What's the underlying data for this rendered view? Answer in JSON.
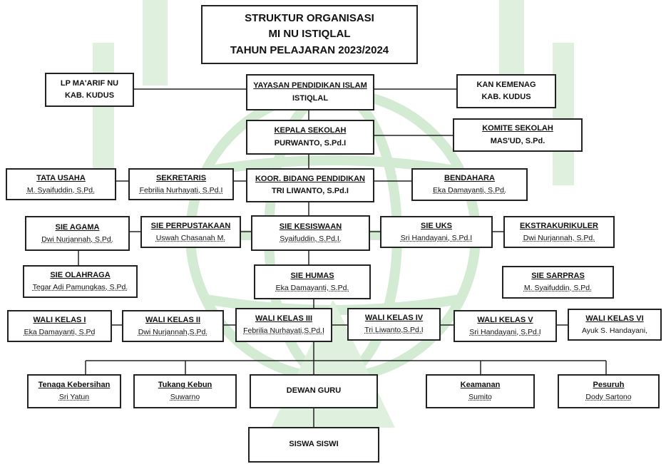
{
  "title": {
    "line1": "STRUKTUR ORGANISASI",
    "line2": "MI NU ISTIQLAL",
    "line3": "TAHUN PELAJARAN 2023/2024"
  },
  "lp_maarif": {
    "line1": "LP MA'ARIF NU",
    "line2": "KAB. KUDUS"
  },
  "yayasan": {
    "line1": "YAYASAN  PENDIDIKAN ISLAM",
    "line2": "ISTIQLAL"
  },
  "kemenag": {
    "line1": "KAN KEMENAG",
    "line2": "KAB. KUDUS"
  },
  "kepala": {
    "role": "KEPALA SEKOLAH",
    "name": "PURWANTO, S.Pd.I"
  },
  "komite": {
    "role": "KOMITE SEKOLAH",
    "name": "MAS'UD, S.Pd."
  },
  "tata_usaha": {
    "role": "TATA  USAHA",
    "name": "M. Syaifuddin, S.Pd."
  },
  "sekretaris": {
    "role": "SEKRETARIS",
    "name": "Febrilia Nurhayati, S.Pd.I"
  },
  "koor": {
    "role": "KOOR. BIDANG PENDIDIKAN",
    "name": "TRI LIWANTO, S.Pd.I"
  },
  "bendahara": {
    "role": "BENDAHARA",
    "name": "Eka Damayanti, S.Pd."
  },
  "sie_agama": {
    "role": "SIE AGAMA",
    "name": "Dwi Nurjannah, S.Pd."
  },
  "sie_perpus": {
    "role": "SIE PERPUSTAKAAN",
    "name": "Uswah Chasanah M."
  },
  "sie_kesiswaan": {
    "role": "SIE KESISWAAN",
    "name": "Syaifuddin, S.Pd.I."
  },
  "sie_uks": {
    "role": "SIE UKS",
    "name": "Sri Handayani, S.Pd.I"
  },
  "ekstra": {
    "role": "EKSTRAKURIKULER",
    "name": "Dwi Nurjannah, S.Pd."
  },
  "sie_olahraga": {
    "role": "SIE OLAHRAGA",
    "name": "Tegar Adi Pamungkas, S.Pd."
  },
  "sie_humas": {
    "role": "SIE HUMAS",
    "name": "Eka Damayanti, S.Pd."
  },
  "sie_sarpras": {
    "role": "SIE SARPRAS",
    "name": "M. Syaifuddin, S.Pd."
  },
  "wali1": {
    "role": "WALI KELAS I",
    "name": "Eka Damayanti, S.Pd"
  },
  "wali2": {
    "role": "WALI KELAS II",
    "name": "Dwi Nurjannah,S.Pd."
  },
  "wali3": {
    "role": "WALI KELAS III",
    "name": "Febrilia Nurhayati,S.Pd.I"
  },
  "wali4": {
    "role": "WALI KELAS IV",
    "name": "Tri Liwanto,S.Pd.I"
  },
  "wali5": {
    "role": "WALI KELAS V",
    "name": "Sri Handayani, S.Pd.I"
  },
  "wali6": {
    "role": "WALI KELAS VI",
    "name": "Ayuk S. Handayani,"
  },
  "kebersihan": {
    "role": "Tenaga Kebersihan",
    "name": "Sri Yatun"
  },
  "kebun": {
    "role": "Tukang Kebun",
    "name": "Suwarno"
  },
  "dewan_guru": {
    "label": "DEWAN  GURU"
  },
  "keamanan": {
    "role": "Keamanan",
    "name": "Sumito"
  },
  "pesuruh": {
    "role": "Pesuruh",
    "name": "Dody Sartono"
  },
  "siswa": {
    "label": "SISWA  SISWI"
  },
  "colors": {
    "watermark": "#cfe8cf",
    "line": "#222222"
  }
}
